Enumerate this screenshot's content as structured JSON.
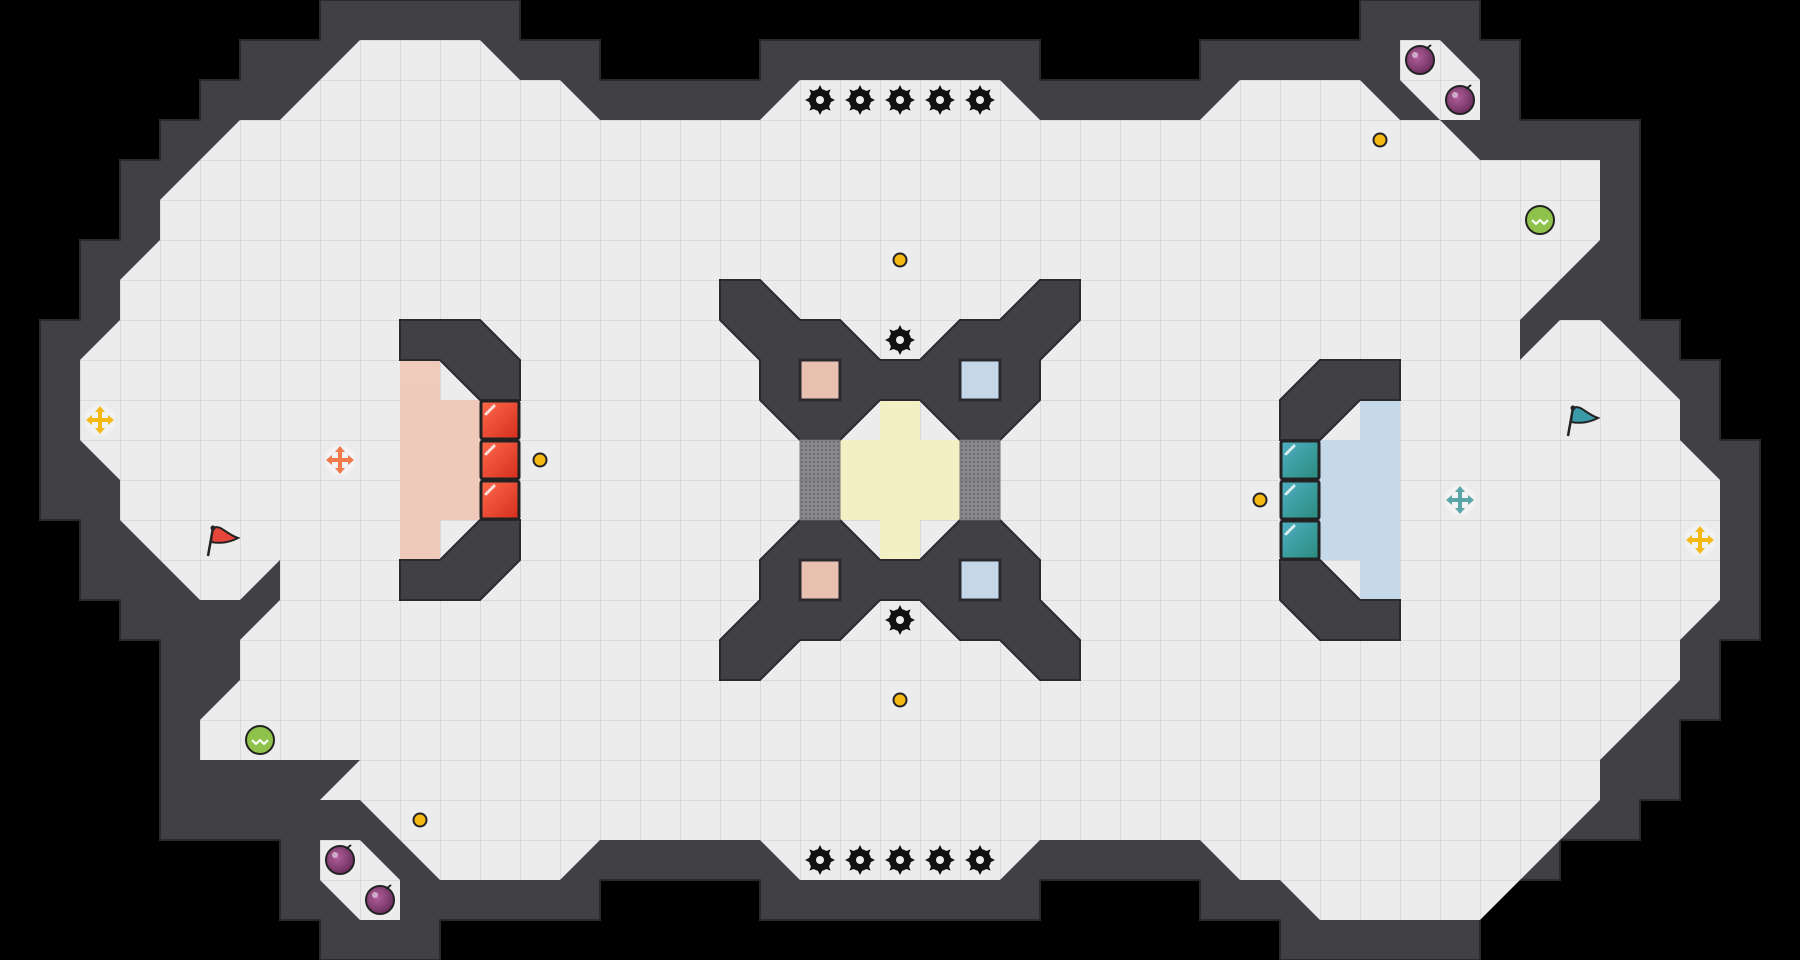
{
  "game": {
    "mode": "capture-the-flag",
    "teams": [
      "red",
      "blue"
    ]
  },
  "grid": {
    "cols": 45,
    "rows": 24
  },
  "colors": {
    "background": "#000000",
    "wall": "#404045",
    "wall_edge": "#2a2a2e",
    "floor": "#ececed",
    "grid_line": "#cfcfd2",
    "red_team": "#e8463a",
    "red_zone": "#f0c8b8",
    "blue_team": "#3b9aa8",
    "blue_zone": "#c4d8e8",
    "neutral_zone": "#f2f0c4",
    "boost": "#f5b914",
    "bomb": "#8a3e74",
    "powerup": "#8fc24a",
    "spike": "#111111"
  },
  "items": {
    "flags": [
      {
        "team": "red",
        "col": 5,
        "row": 13,
        "icon": "red-flag-icon"
      },
      {
        "team": "blue",
        "col": 39,
        "row": 10,
        "icon": "blue-flag-icon"
      }
    ],
    "team_boosts": [
      {
        "team": "red",
        "col": 8,
        "row": 11,
        "icon": "red-boost-icon"
      },
      {
        "team": "blue",
        "col": 36,
        "row": 12,
        "icon": "blue-boost-icon"
      }
    ],
    "neutral_boosts": [
      {
        "col": 2,
        "row": 10
      },
      {
        "col": 42,
        "row": 13
      }
    ],
    "bombs": [
      {
        "col": 35,
        "row": 1
      },
      {
        "col": 36,
        "row": 2
      },
      {
        "col": 8,
        "row": 21
      },
      {
        "col": 9,
        "row": 22
      }
    ],
    "powerups": [
      {
        "col": 38,
        "row": 5
      },
      {
        "col": 6,
        "row": 18
      }
    ],
    "coins": [
      {
        "col": 34.5,
        "row": 3.5
      },
      {
        "col": 22.5,
        "row": 6.5
      },
      {
        "col": 13.5,
        "row": 11.5
      },
      {
        "col": 31.5,
        "row": 12.5
      },
      {
        "col": 22.5,
        "row": 17.5
      },
      {
        "col": 10.5,
        "row": 20.5
      }
    ],
    "spikes": [
      {
        "col": 20,
        "row": 2
      },
      {
        "col": 21,
        "row": 2
      },
      {
        "col": 22,
        "row": 2
      },
      {
        "col": 23,
        "row": 2
      },
      {
        "col": 24,
        "row": 2
      },
      {
        "col": 22,
        "row": 8
      },
      {
        "col": 22,
        "row": 15
      },
      {
        "col": 20,
        "row": 21
      },
      {
        "col": 21,
        "row": 21
      },
      {
        "col": 22,
        "row": 21
      },
      {
        "col": 23,
        "row": 21
      },
      {
        "col": 24,
        "row": 21
      }
    ],
    "red_gates": [
      {
        "col": 12,
        "row": 10
      },
      {
        "col": 12,
        "row": 11
      },
      {
        "col": 12,
        "row": 12
      }
    ],
    "blue_gates": [
      {
        "col": 32,
        "row": 11
      },
      {
        "col": 32,
        "row": 12
      },
      {
        "col": 32,
        "row": 13
      }
    ],
    "speed_pads": [
      {
        "col": 20,
        "row": 11
      },
      {
        "col": 20,
        "row": 12
      },
      {
        "col": 24,
        "row": 11
      },
      {
        "col": 24,
        "row": 12
      }
    ]
  }
}
